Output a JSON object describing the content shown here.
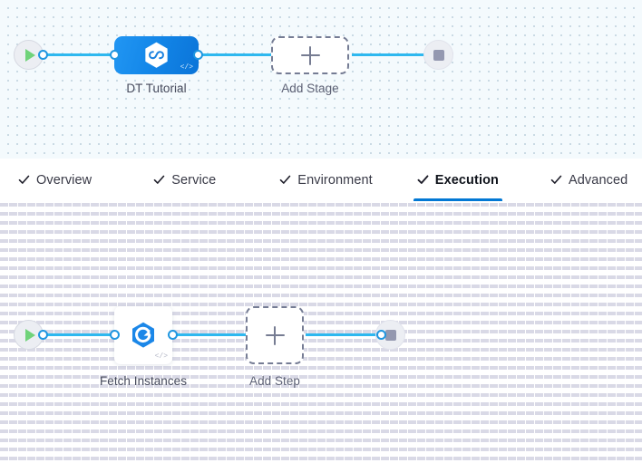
{
  "colors": {
    "accent_blue": "#0278d4",
    "connector_blue": "#2eb8ef",
    "stage_node_blue": "#1386e8",
    "play_green": "#70d37a",
    "stop_gray": "#9498b0",
    "dashed_border": "#757c94",
    "stage_canvas_bg": "#f4fafd",
    "step_canvas_bg": "#ffffff"
  },
  "stage_canvas": {
    "name": "pipeline-stage-canvas",
    "start_node": {
      "icon": "play-icon",
      "label": "Start"
    },
    "end_node": {
      "icon": "stop-icon",
      "label": "Stop"
    },
    "nodes": [
      {
        "type": "stage",
        "label": "DT Tutorial",
        "icon": "hexagon-infinity-icon",
        "badge": "</>"
      }
    ],
    "add_button": {
      "label": "Add Stage",
      "icon": "plus-icon"
    }
  },
  "tabs": {
    "items": [
      {
        "label": "Overview",
        "icon": "check-icon",
        "active": false
      },
      {
        "label": "Service",
        "icon": "check-icon",
        "active": false
      },
      {
        "label": "Environment",
        "icon": "check-icon",
        "active": false
      },
      {
        "label": "Execution",
        "icon": "check-icon",
        "active": true
      },
      {
        "label": "Advanced",
        "icon": "check-icon",
        "active": false
      }
    ]
  },
  "step_canvas": {
    "name": "execution-step-canvas",
    "start_node": {
      "icon": "play-icon",
      "label": "Start"
    },
    "end_node": {
      "icon": "stop-icon",
      "label": "Stop"
    },
    "nodes": [
      {
        "type": "step",
        "label": "Fetch Instances",
        "icon": "hexagon-refresh-icon",
        "badge": "</>"
      }
    ],
    "add_button": {
      "label": "Add Step",
      "icon": "plus-icon"
    }
  }
}
